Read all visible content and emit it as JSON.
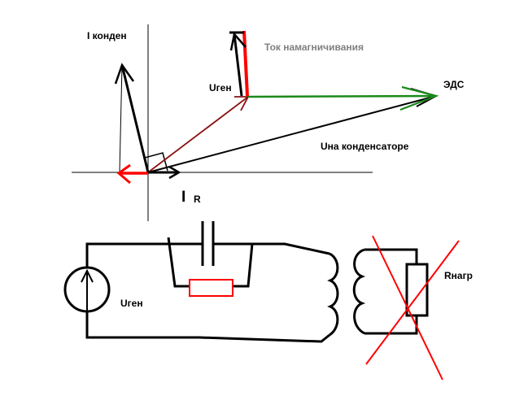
{
  "labels": {
    "i_cond": "I конден",
    "magnetizing_current": "Ток намагничивания",
    "u_gen_vector": "Uген",
    "emf": "ЭДС",
    "u_on_capacitor": "Uна конденсаторе",
    "i_r_main": "I",
    "i_r_sub": "R",
    "u_gen_source": "Uген",
    "r_load": "Rнагр"
  },
  "colors": {
    "ink": "#000000",
    "red": "#ff0000",
    "dark_red": "#8b1010",
    "green": "#1a8a1a",
    "gray": "#808080"
  }
}
